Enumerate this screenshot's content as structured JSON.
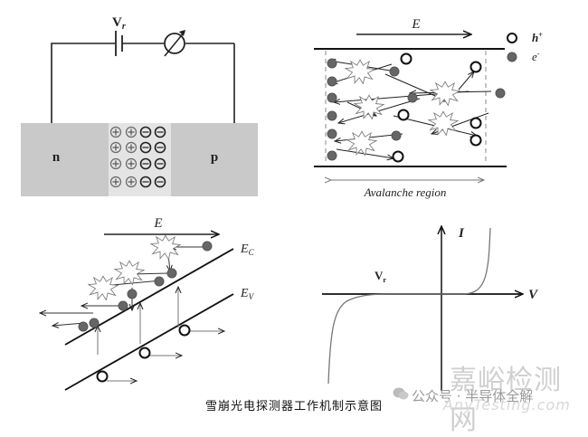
{
  "caption": "雪崩光电探测器工作机制示意图",
  "watermark": {
    "brand_cn": "嘉峪检测网",
    "account": "公众号 · 半导体全解",
    "brand_en": "AnyTesting.com",
    "icon": "wechat-icon"
  },
  "panel_circuit": {
    "voltage_label_main": "V",
    "voltage_label_sub": "r",
    "n_region_label": "n",
    "p_region_label": "p",
    "depletion_rows": 4,
    "positive_ions_per_row": 2,
    "negative_ions_per_row": 2,
    "components": [
      "battery-icon",
      "ammeter-icon"
    ]
  },
  "panel_avalanche": {
    "field_label": "E",
    "region_label": "Avalanche region",
    "legend": [
      {
        "symbol": "hole-icon",
        "label_main": "h",
        "label_sup": "+"
      },
      {
        "symbol": "electron-icon",
        "label_main": "e",
        "label_sup": "-"
      }
    ]
  },
  "panel_band": {
    "field_label": "E",
    "conduction_main": "E",
    "conduction_sub": "C",
    "valence_main": "E",
    "valence_sub": "V"
  },
  "panel_iv": {
    "y_axis_label": "I",
    "x_axis_label": "V",
    "breakdown_main": "V",
    "breakdown_sub": "r"
  }
}
